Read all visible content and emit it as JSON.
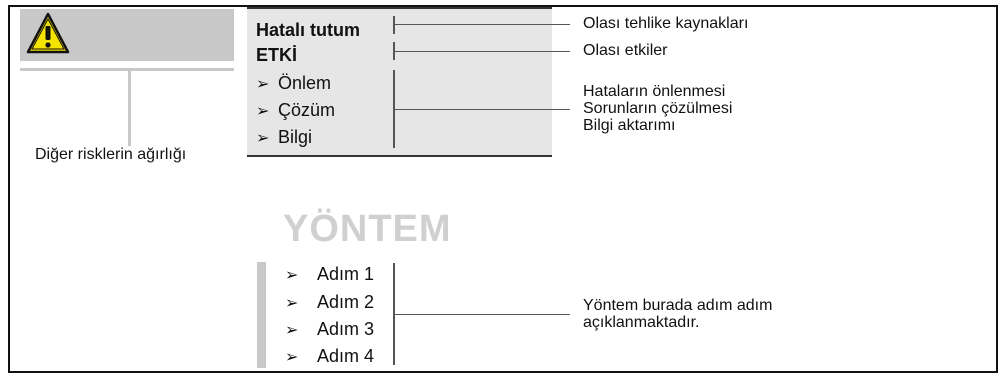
{
  "warning": {
    "icon": "warning-triangle-icon",
    "risk_label": "Diğer risklerin ağırlığı"
  },
  "panel": {
    "line1": "Hatalı tutum",
    "line2": "ETKİ",
    "items": [
      "Önlem",
      "Çözüm",
      "Bilgi"
    ]
  },
  "annotations": {
    "hazard_sources": "Olası tehlike kaynakları",
    "possible_effects": "Olası etkiler",
    "prevention": "Hataların önlenmesi",
    "solution": "Sorunların çözülmesi",
    "information": "Bilgi aktarımı",
    "method_desc_1": "Yöntem burada adım adım",
    "method_desc_2": "açıklanmaktadır."
  },
  "method": {
    "title": "YÖNTEM",
    "steps": [
      "Adım 1",
      "Adım 2",
      "Adım 3",
      "Adım 4"
    ]
  },
  "colors": {
    "panel_bg": "#e6e6e6",
    "gray": "#c8c8c8",
    "warning_yellow": "#f5e400"
  }
}
